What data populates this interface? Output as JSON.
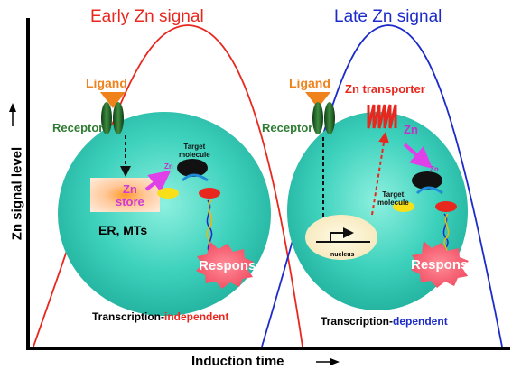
{
  "early_title": "Early Zn signal",
  "late_title": "Late Zn signal",
  "y_axis_label": "Zn signal level",
  "x_axis_label": "Induction time",
  "ligand": "Ligand",
  "receptor": "Receptor",
  "target_molecule_early": "Target\nmolecule",
  "target_molecule_late": "Target\nmolecule",
  "zn": "Zn",
  "zn_store": "Zn\nstore",
  "er_mts": "ER, MTs",
  "response": "Response",
  "zn_transporter": "Zn transporter",
  "nucleus": "nucleus",
  "early_caption": {
    "prefix": "Transcription-",
    "emphasis": "independent"
  },
  "late_caption": {
    "prefix": "Transcription-",
    "emphasis": "dependent"
  },
  "colors": {
    "early": "#e8281f",
    "late": "#1c2bc9",
    "cell": "#2fc7b4",
    "ligand": "#f0821c",
    "receptor": "#1f5e2a",
    "zinc": "#c231c8",
    "response": "#f25a6c"
  }
}
